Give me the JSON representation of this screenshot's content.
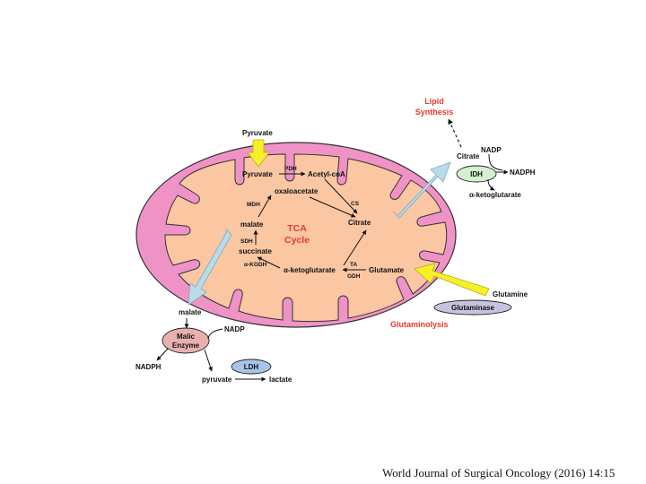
{
  "colors": {
    "outer_membrane": "#ef93c6",
    "matrix": "#fbc6a2",
    "tca_text": "#e8382c",
    "yellow_arrow": "#f7ef2a",
    "blue_arrow": "#b9dceb",
    "idh_oval": "#d5efd0",
    "malic_oval": "#e8b1ad",
    "ldh_oval": "#a8c4e6",
    "glutaminase_oval": "#c7c2de"
  },
  "labels": {
    "lipid_synthesis": [
      "Lipid",
      "Synthesis"
    ],
    "pyruvate_in": "Pyruvate",
    "pyruvate": "Pyruvate",
    "pdh": "PDH",
    "acetyl_coa": "Acetyl-coA",
    "oxaloacetate": "oxaloacetate",
    "mdh": "MDH",
    "cs": "CS",
    "malate": "malate",
    "tca_cycle": [
      "TCA",
      "Cycle"
    ],
    "citrate_inner": "Citrate",
    "sdh": "SDH",
    "succinate": "succinate",
    "akgdh": "α-KGDH",
    "alpha_kg_inner": "α-ketoglutarate",
    "ta": "TA",
    "gdh": "GDH",
    "glutamate": "Glutamate",
    "citrate_outer": "Citrate",
    "nadp_idh": "NADP",
    "idh": "IDH",
    "nadph_idh": "NADPH",
    "alpha_kg_outer": "α-ketoglutarate",
    "glutamine": "Glutamine",
    "glutaminase": "Glutaminase",
    "glutaminolysis": "Glutaminolysis",
    "malate_outer": "malate",
    "malic_enzyme": [
      "Malic",
      "Enzyme"
    ],
    "nadp_malic": "NADP",
    "nadph_malic": "NADPH",
    "ldh": "LDH",
    "pyruvate_out": "pyruvate",
    "lactate": "lactate"
  },
  "citation": "World Journal of Surgical Oncology (2016) 14:15"
}
